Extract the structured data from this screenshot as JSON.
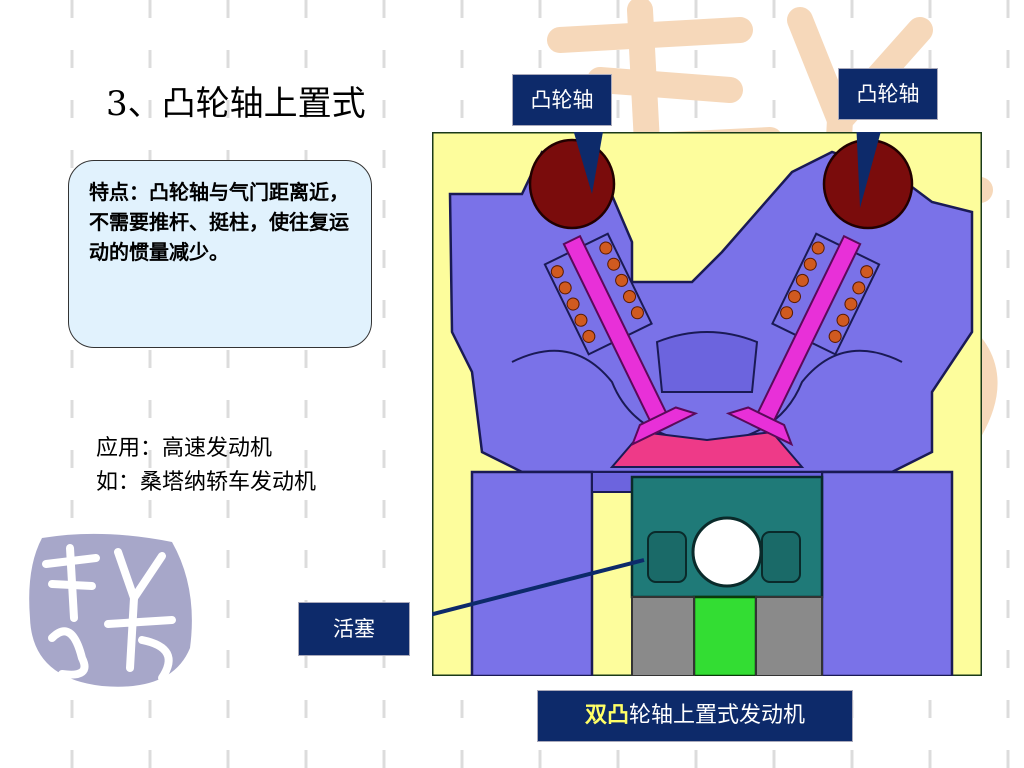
{
  "slide": {
    "title": "3、凸轮轴上置式",
    "feature": {
      "label": "特点：",
      "text": "凸轮轴与气门距离近，不需要推杆、挺柱，使往复运动的惯量减少。"
    },
    "application": {
      "line1": "应用：高速发动机",
      "line2": "如：桑塔纳轿车发动机"
    }
  },
  "diagram": {
    "callouts": {
      "camshaft_left": "凸轮轴",
      "camshaft_right": "凸轮轴",
      "piston": "活塞"
    },
    "caption": {
      "highlight": "双凸",
      "rest": "轮轴上置式发动机"
    }
  },
  "colors": {
    "frame_bg": "#fdfd9c",
    "head_body": "#7a72e8",
    "cam_lobe": "#7a0c0c",
    "valve": "#e830d8",
    "piston": "#1f7a78",
    "rod": "#33dd33",
    "callout_bg": "#0d2a6a",
    "feature_bg": "#e1f2fd",
    "watermark": "#f6d8ba",
    "seal": "#a7a7c9"
  },
  "decor": {
    "watermark_icon": "calligraphy-watermark",
    "seal_icon": "calligraphy-seal"
  }
}
